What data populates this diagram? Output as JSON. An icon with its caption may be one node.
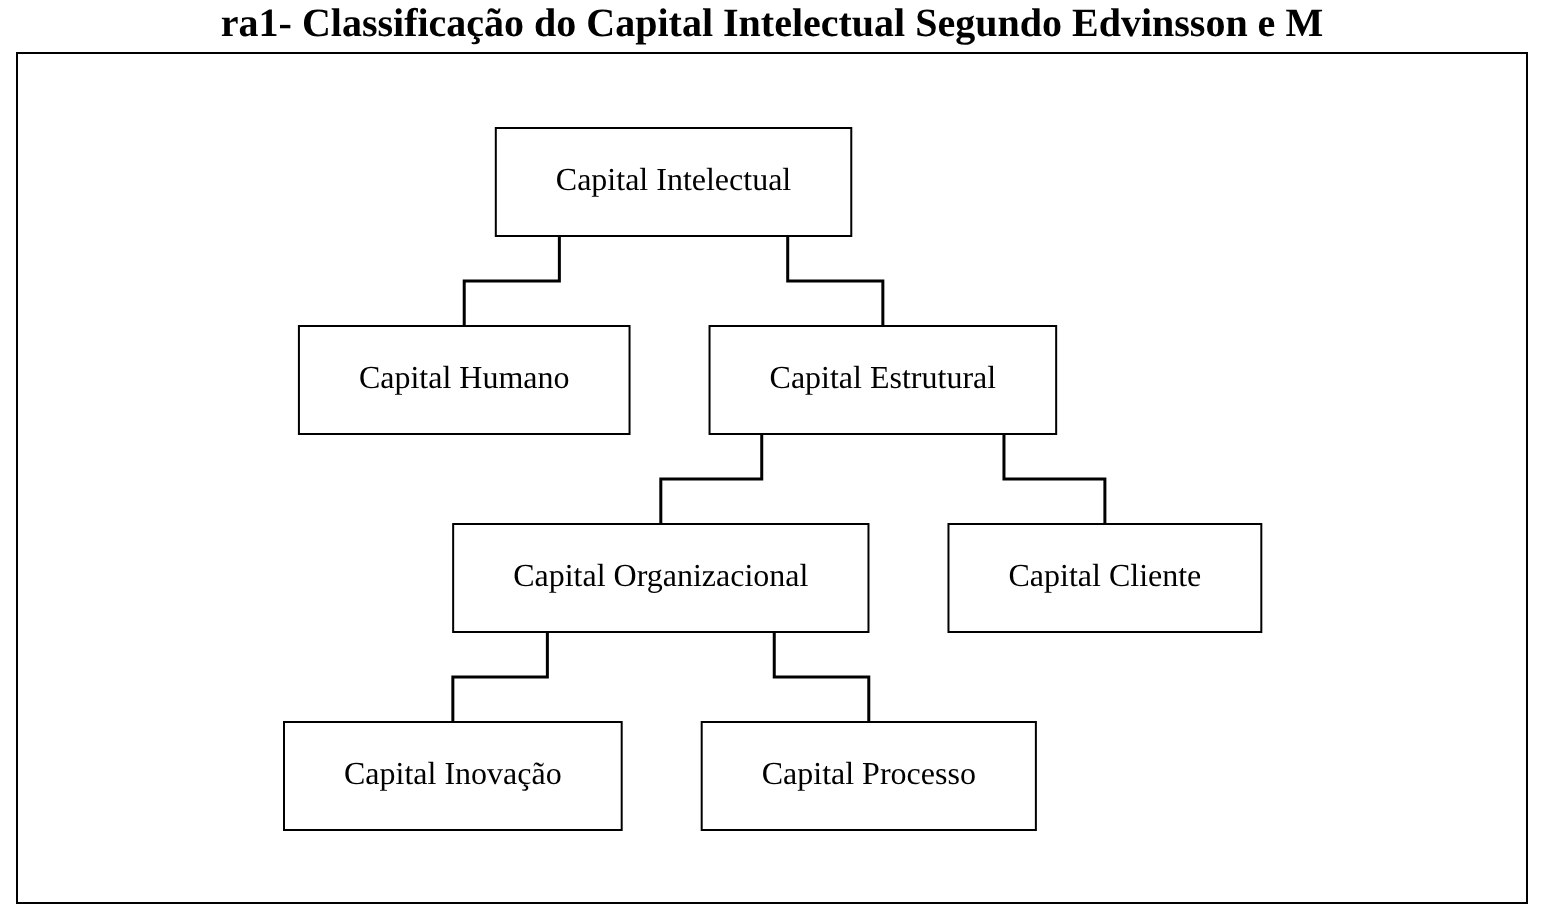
{
  "diagram": {
    "title": "ra1- Classificação do Capital Intelectual Segundo Edvinsson e M",
    "nodes": [
      {
        "text": [
          "Capital Intelectual"
        ]
      },
      {
        "text": [
          "Capital Humano"
        ]
      },
      {
        "text": [
          "Capital Estrutural"
        ]
      },
      {
        "text": [
          "Capital Organizacional"
        ]
      },
      {
        "text": [
          "Capital Cliente"
        ]
      },
      {
        "text": [
          "Capital Inovação"
        ]
      },
      {
        "text": [
          "Capital Processo"
        ]
      }
    ],
    "edges": [
      {
        "from": 0,
        "to": 1,
        "arrow": "none"
      },
      {
        "from": 0,
        "to": 2,
        "arrow": "none"
      },
      {
        "from": 2,
        "to": 3,
        "arrow": "none"
      },
      {
        "from": 2,
        "to": 4,
        "arrow": "none"
      },
      {
        "from": 3,
        "to": 5,
        "arrow": "none"
      },
      {
        "from": 3,
        "to": 6,
        "arrow": "none"
      }
    ]
  }
}
